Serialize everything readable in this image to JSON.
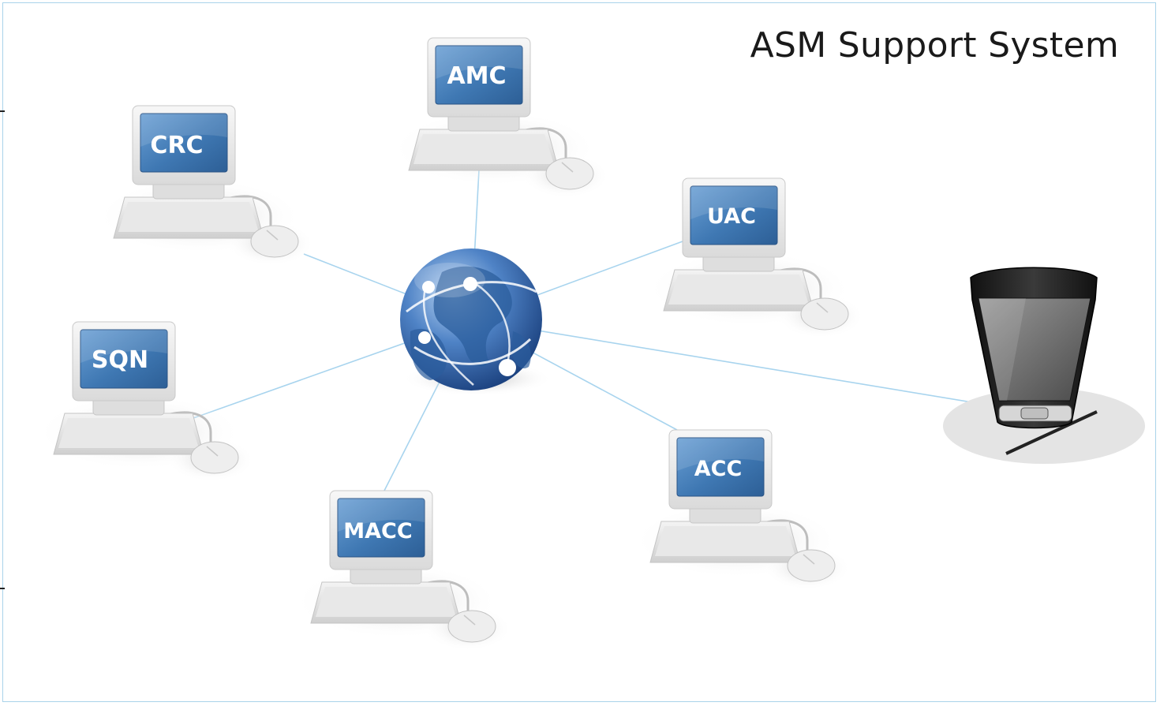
{
  "title": "ASM Support System",
  "nodes": [
    {
      "id": "amc",
      "label": "AMC"
    },
    {
      "id": "crc",
      "label": "CRC"
    },
    {
      "id": "uac",
      "label": "UAC"
    },
    {
      "id": "sqn",
      "label": "SQN"
    },
    {
      "id": "acc",
      "label": "ACC"
    },
    {
      "id": "macc",
      "label": "MACC"
    }
  ],
  "hub": {
    "icon": "globe-icon"
  },
  "mobile": {
    "icon": "pda-icon"
  },
  "colors": {
    "connector": "#a8d4ee",
    "screen": "#4a84bd",
    "frame_border": "#a9d3ea"
  }
}
